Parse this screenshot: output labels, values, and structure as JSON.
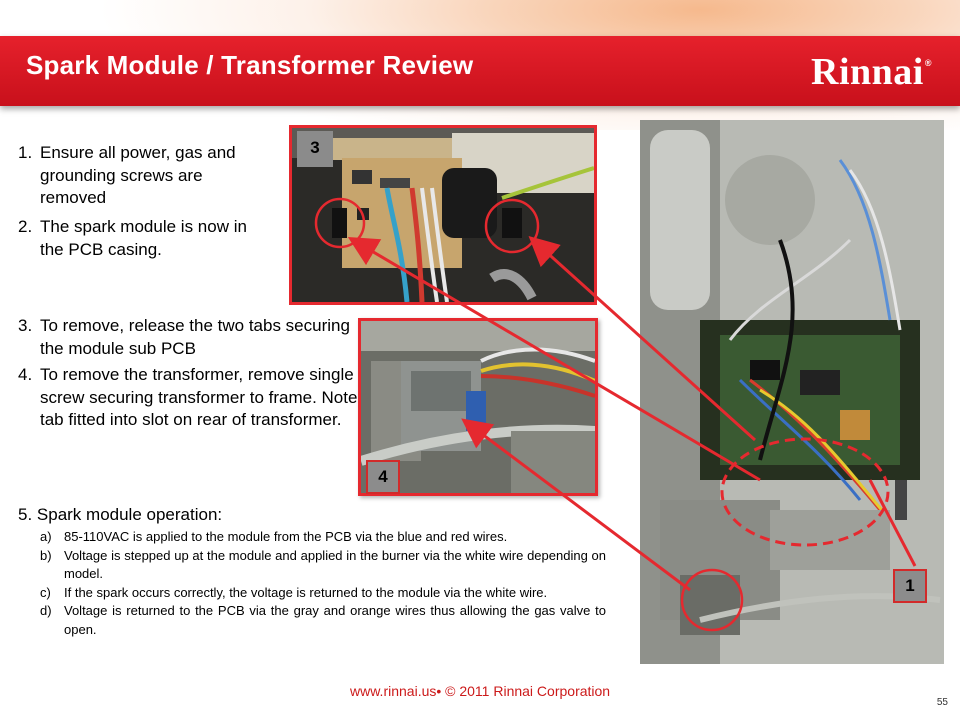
{
  "header": {
    "title": "Spark Module / Transformer Review",
    "logo": "Rinnai",
    "logo_mark": "®"
  },
  "steps": [
    {
      "num": "1.",
      "text": "Ensure all power, gas and grounding screws are removed"
    },
    {
      "num": "2.",
      "text": "The spark module is now in the PCB casing."
    },
    {
      "num": "3.",
      "text": "To remove, release the two tabs securing the module sub PCB"
    },
    {
      "num": "4.",
      "text": "To remove the transformer, remove single screw securing transformer to frame.  Note tab fitted into slot on rear of transformer."
    }
  ],
  "step5": {
    "title": "5. Spark module operation:",
    "items": [
      {
        "letter": "a)",
        "text": "85-110VAC is applied to the module from the PCB via the blue and red wires."
      },
      {
        "letter": "b)",
        "text": "Voltage is stepped up at the module and applied in the burner via the white wire depending on model."
      },
      {
        "letter": "c)",
        "text": "If the spark occurs correctly, the voltage is returned to the module via the white wire."
      },
      {
        "letter": "d)",
        "text": "Voltage is returned to the PCB via the gray and orange wires thus allowing the gas valve to open."
      }
    ]
  },
  "photo_labels": {
    "p3": "3",
    "p4": "4",
    "p1": "1"
  },
  "footer": {
    "link": "www.rinnai.us• © 2011 Rinnai Corporation",
    "page": "55"
  },
  "colors": {
    "brand_red": "#d2151f",
    "callout_red": "#e5292f"
  }
}
